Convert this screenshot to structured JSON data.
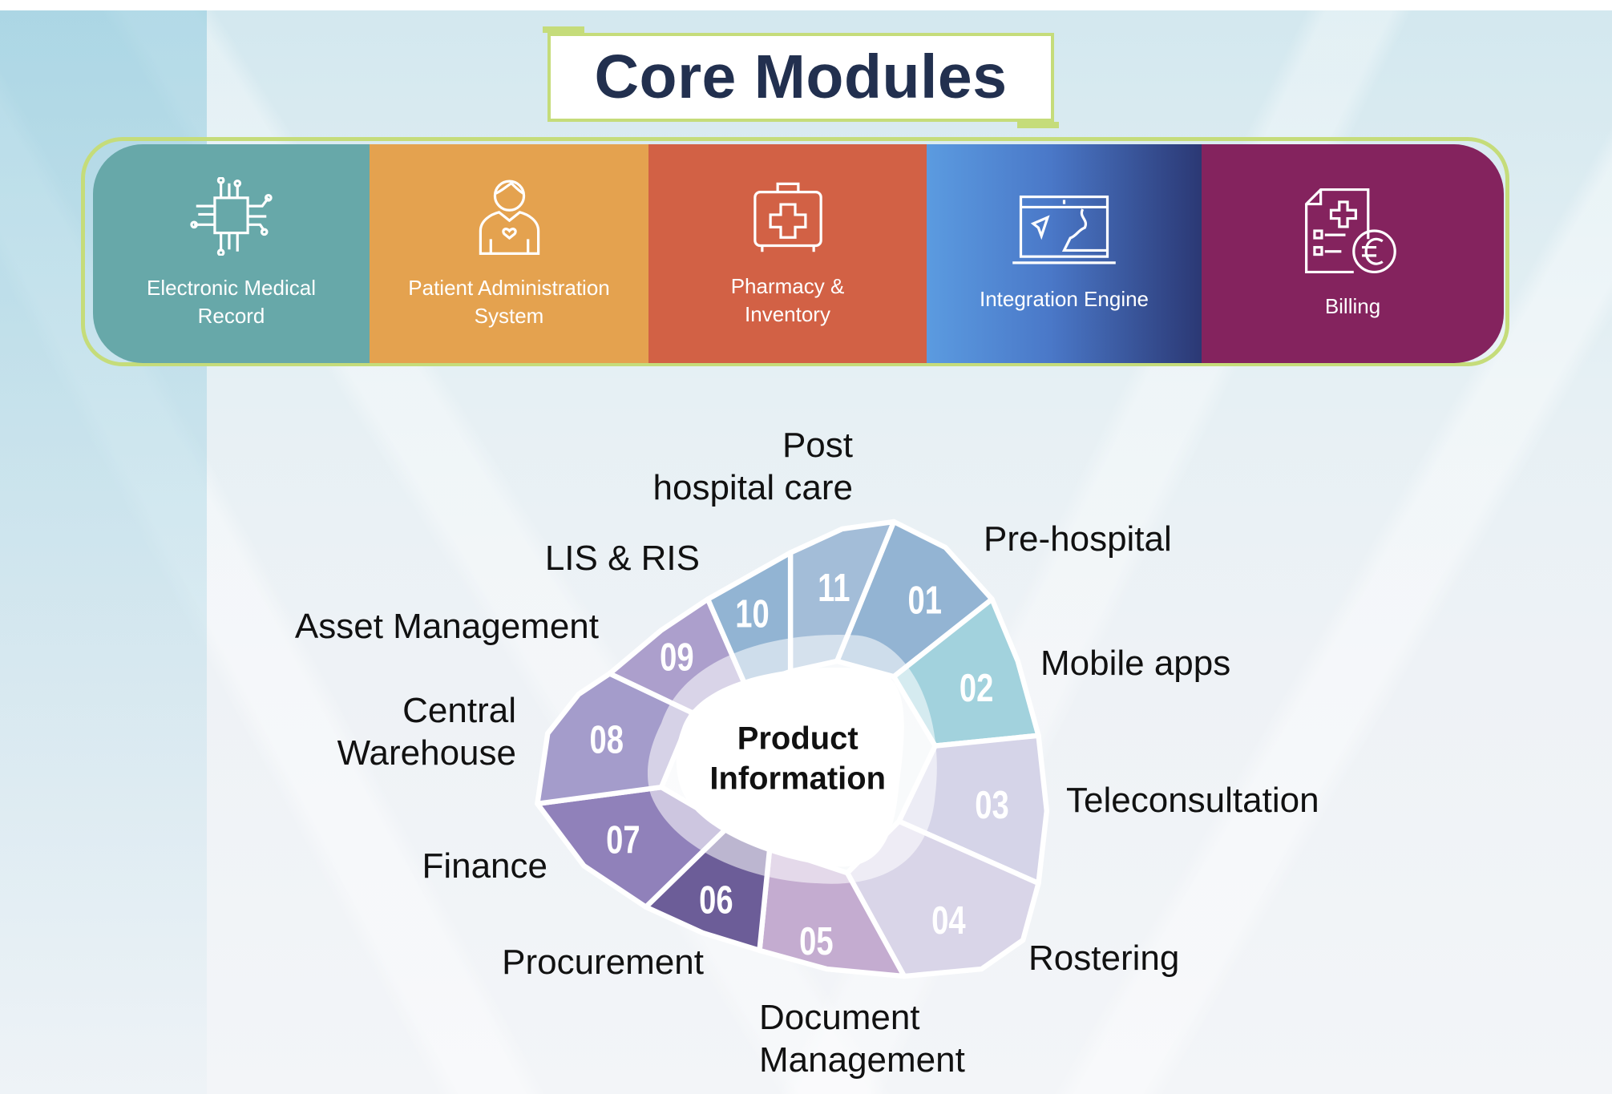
{
  "title": "Core Modules",
  "modules": [
    {
      "label_line1": "Electronic Medical",
      "label_line2": "Record",
      "icon": "circuit-chip-icon",
      "color": "#67a8a9"
    },
    {
      "label_line1": "Patient Administration",
      "label_line2": "System",
      "icon": "patient-icon",
      "color": "#e4a24f"
    },
    {
      "label_line1": "Pharmacy &",
      "label_line2": "Inventory",
      "icon": "medical-kit-icon",
      "color": "#d26145"
    },
    {
      "label_line1": "Integration Engine",
      "label_line2": "",
      "icon": "map-screen-icon",
      "color": "#4a7fd0"
    },
    {
      "label_line1": "Billing",
      "label_line2": "",
      "icon": "medical-bill-euro-icon",
      "color": "#84235e"
    }
  ],
  "wheel": {
    "center_line1": "Product",
    "center_line2": "Information",
    "segments": [
      {
        "number": "01",
        "label": "Pre-hospital",
        "color": "#93b4d3"
      },
      {
        "number": "02",
        "label": "Mobile apps",
        "color": "#a2d2dd"
      },
      {
        "number": "03",
        "label": "Teleconsultation",
        "color": "#d5d4e8"
      },
      {
        "number": "04",
        "label": "Rostering",
        "color": "#d9d5e8"
      },
      {
        "number": "05",
        "label": "Document Management",
        "label_line1": "Document",
        "label_line2": "Management",
        "color": "#c4acd0"
      },
      {
        "number": "06",
        "label": "Procurement",
        "color": "#6c5d98"
      },
      {
        "number": "07",
        "label": "Finance",
        "color": "#9081ba"
      },
      {
        "number": "08",
        "label": "Central Warehouse",
        "label_line1": "Central",
        "label_line2": "Warehouse",
        "color": "#a49ccb"
      },
      {
        "number": "09",
        "label": "Asset Management",
        "color": "#ac9fcc"
      },
      {
        "number": "10",
        "label": "LIS & RIS",
        "color": "#92b4d3"
      },
      {
        "number": "11",
        "label": "Post hospital care",
        "label_line1": "Post",
        "label_line2": "hospital care",
        "color": "#a3bdd8"
      }
    ]
  }
}
